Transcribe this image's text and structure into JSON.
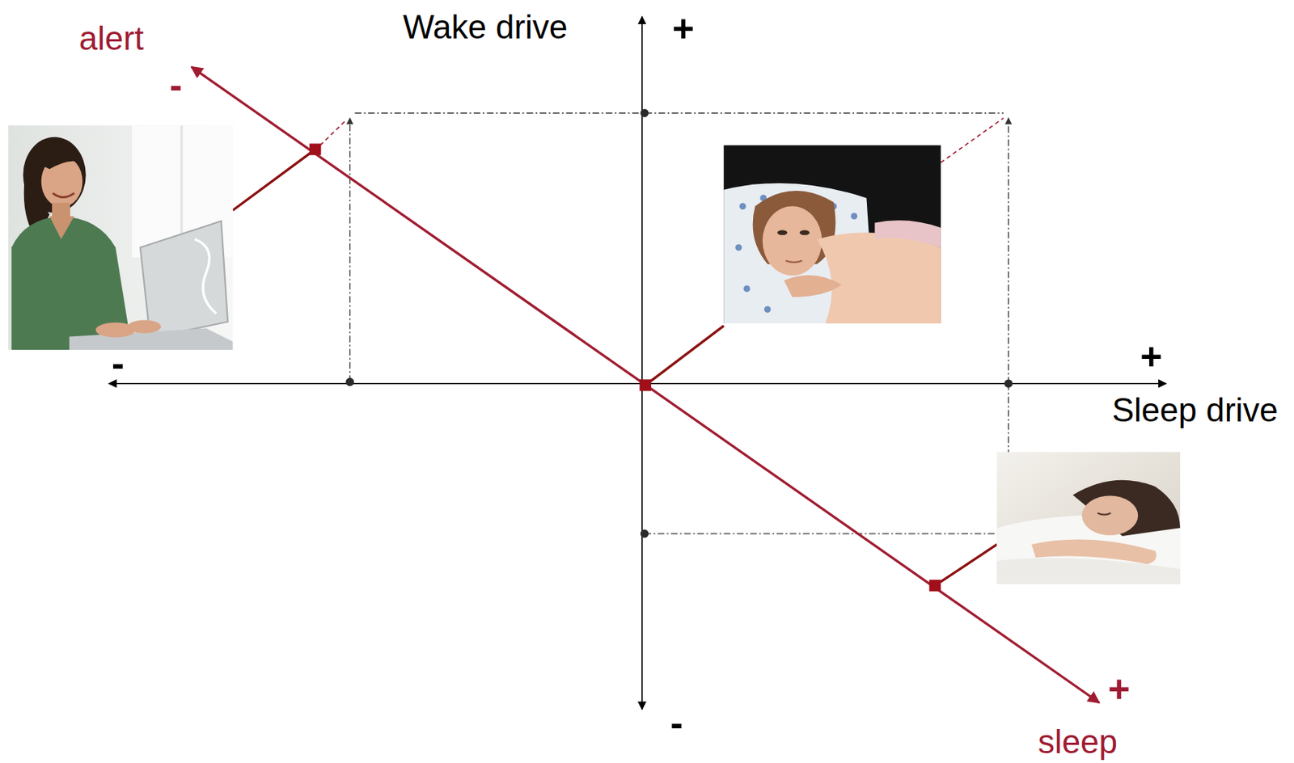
{
  "diagram": {
    "labels": [
      "alert",
      "Wake drive",
      "+",
      "-",
      "-",
      "+",
      "Sleep drive",
      "+",
      "-",
      "sleep"
    ]
  }
}
